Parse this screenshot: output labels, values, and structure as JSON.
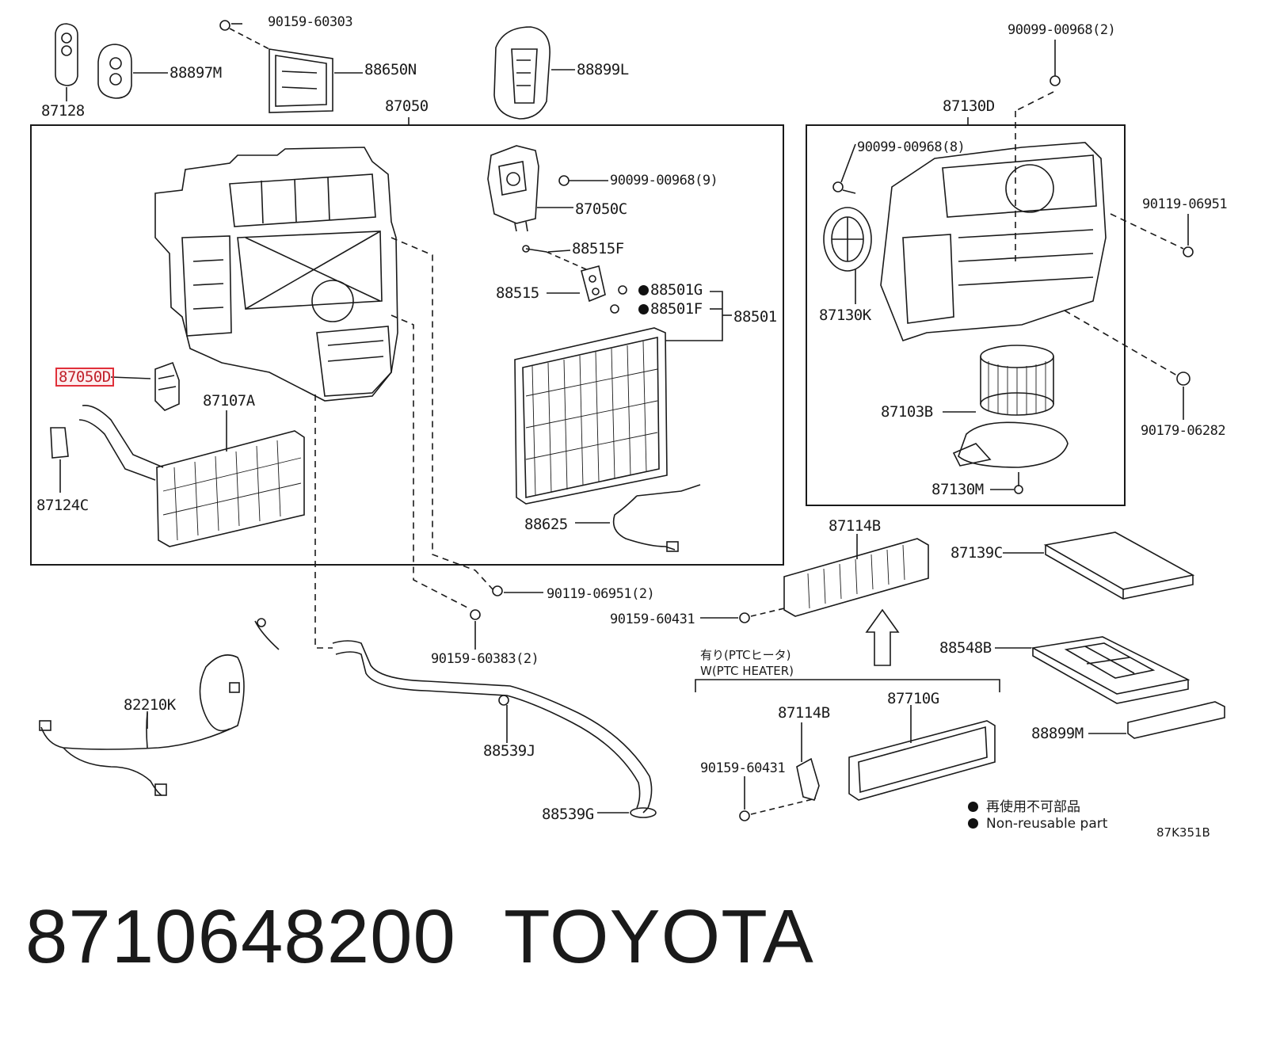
{
  "diagram": {
    "frame_main_label": "87050",
    "frame_blower_label": "87130D",
    "ptc_caption_jp": "有り(PTCヒータ)",
    "ptc_caption_en": "W(PTC HEATER)",
    "legend_jp": "再使用不可部品",
    "legend_en": "Non-reusable part",
    "figure_code": "87K351B",
    "labels": {
      "p87128": "87128",
      "p88897M": "88897M",
      "p90159_60303": "90159-60303",
      "p88650N": "88650N",
      "p88899L": "88899L",
      "p90099_top": "90099-00968(2)",
      "p90099_9": "90099-00968(9)",
      "p87050C": "87050C",
      "p88515F": "88515F",
      "p88515": "88515",
      "p88501G": "88501G",
      "p88501F": "88501F",
      "p88501": "88501",
      "p87050D": "87050D",
      "p87107A": "87107A",
      "p87124C": "87124C",
      "p88625": "88625",
      "p90099_8": "90099-00968(8)",
      "p90119_right": "90119-06951",
      "p87130K": "87130K",
      "p87103B": "87103B",
      "p90179": "90179-06282",
      "p87130M": "87130M",
      "p87114B_top": "87114B",
      "p87139C": "87139C",
      "p90119_2": "90119-06951(2)",
      "p90159_60431_a": "90159-60431",
      "p90159_60383": "90159-60383(2)",
      "p88548B": "88548B",
      "p82210K": "82210K",
      "p88539J": "88539J",
      "p87114B_bot": "87114B",
      "p87710G": "87710G",
      "p88899M": "88899M",
      "p90159_60431_b": "90159-60431",
      "p88539G": "88539G"
    }
  },
  "part_number": "8710648200",
  "brand": "TOYOTA",
  "highlight_color": "#e0303a"
}
